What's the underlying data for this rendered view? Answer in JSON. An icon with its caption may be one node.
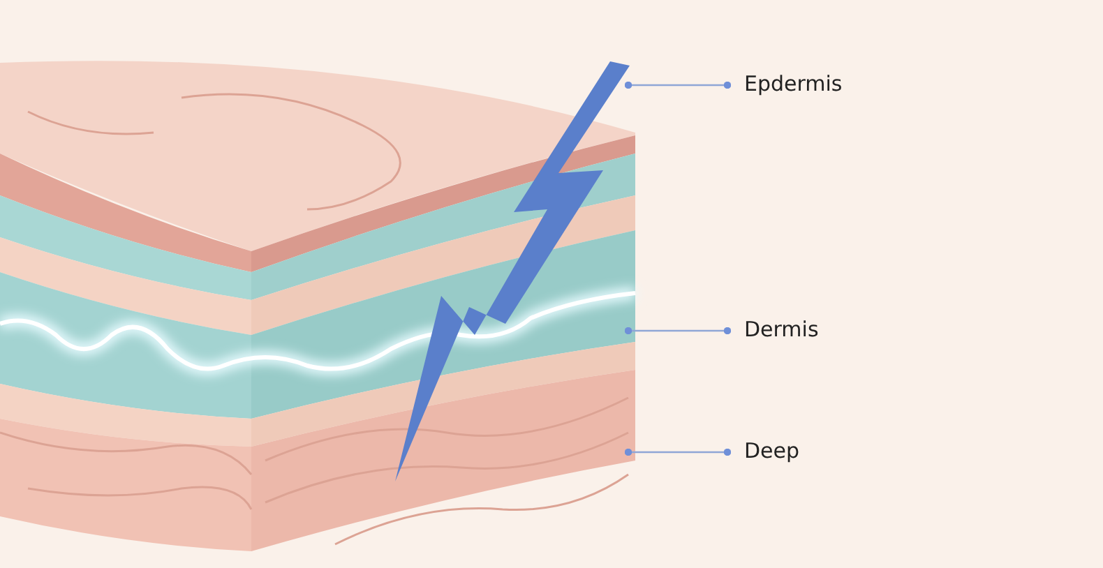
{
  "diagram": {
    "nodes": [
      {
        "text": [
          "Epdermis"
        ]
      },
      {
        "text": [
          "Dermis"
        ]
      },
      {
        "text": [
          "Deep"
        ]
      }
    ],
    "edges": [
      {
        "from": 0,
        "to": null,
        "arrow": "other"
      },
      {
        "from": 1,
        "to": null,
        "arrow": "other"
      },
      {
        "from": 2,
        "to": null,
        "arrow": "other"
      }
    ]
  }
}
